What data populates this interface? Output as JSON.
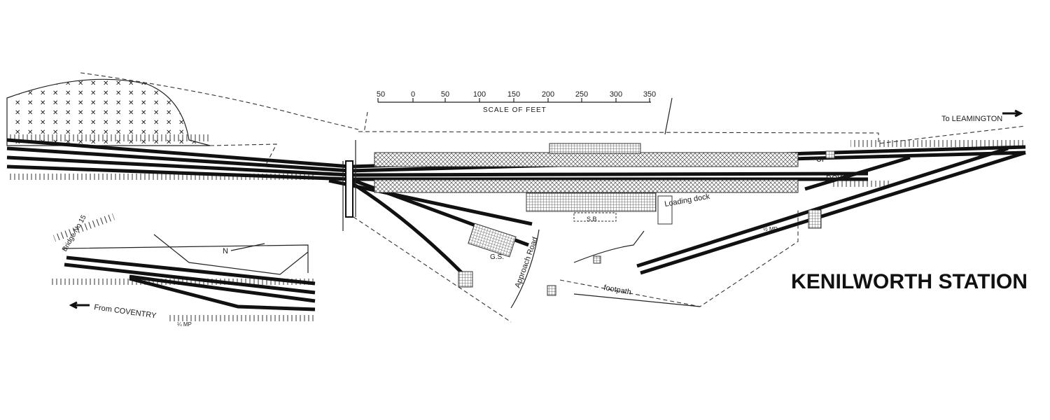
{
  "title": "KENILWORTH STATION",
  "scale": {
    "ticks": [
      "50",
      "0",
      "50",
      "100",
      "150",
      "200",
      "250",
      "300",
      "350"
    ],
    "caption": "SCALE OF FEET"
  },
  "labels": {
    "to_leamington": "To LEAMINGTON",
    "from_coventry": "From COVENTRY",
    "up_line": "UP",
    "down_line": "DOWN",
    "loading_dock": "Loading dock",
    "signal_box": "S.B",
    "goods_shed": "G.S.",
    "approach_road": "Approach Road",
    "footpath": "footpath",
    "bridge": "Bridge No 15",
    "half_mile_post": "½ MP",
    "quarter_mile_post": "¼ MP"
  },
  "colors": {
    "ink": "#111111",
    "paper": "#ffffff"
  }
}
